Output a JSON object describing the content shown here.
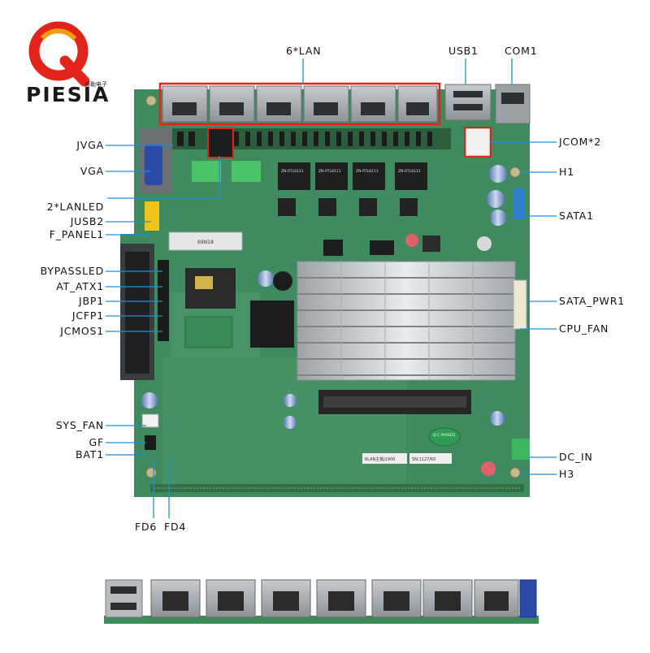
{
  "brand": {
    "name": "PIESIA",
    "chinese_tag": "派勒电子",
    "colors": {
      "primary": "#e2231a",
      "secondary": "#f39c12"
    }
  },
  "callouts": {
    "six_lan": "6*LAN",
    "usb1": "USB1",
    "com1": "COM1",
    "jvga": "JVGA",
    "vga": "VGA",
    "lanled": "2*LANLED",
    "jusb2": "JUSB2",
    "f_panel1": "F_PANEL1",
    "bypassled": "BYPASSLED",
    "at_atx1": "AT_ATX1",
    "jbp1": "JBP1",
    "jcfp1": "JCFP1",
    "jcmos1": "JCMOS1",
    "sys_fan": "SYS_FAN",
    "gf": "GF",
    "bat1": "BAT1",
    "fd6": "FD6",
    "fd4": "FD4",
    "jcom2": "JCOM*2",
    "h1": "H1",
    "sata1": "SATA1",
    "sata_pwr1": "SATA_PWR1",
    "cpu_fan": "CPU_FAN",
    "dc_in": "DC_IN",
    "h3": "H3"
  },
  "board_markings": {
    "mpcie_label": "69N18",
    "qc_stamp": "Q.C PASSED",
    "sticker_left": "6LAN主板J1900",
    "sticker_right": "SN:1127/60",
    "chip_label": "ZN-RTL8111"
  },
  "colors": {
    "pcb": "#3f8a5e",
    "pcb_light": "#5aa577",
    "callout_line": "#1f8fd6",
    "highlight_box": "#e2231a",
    "heatsink": "#c9ccd0"
  }
}
